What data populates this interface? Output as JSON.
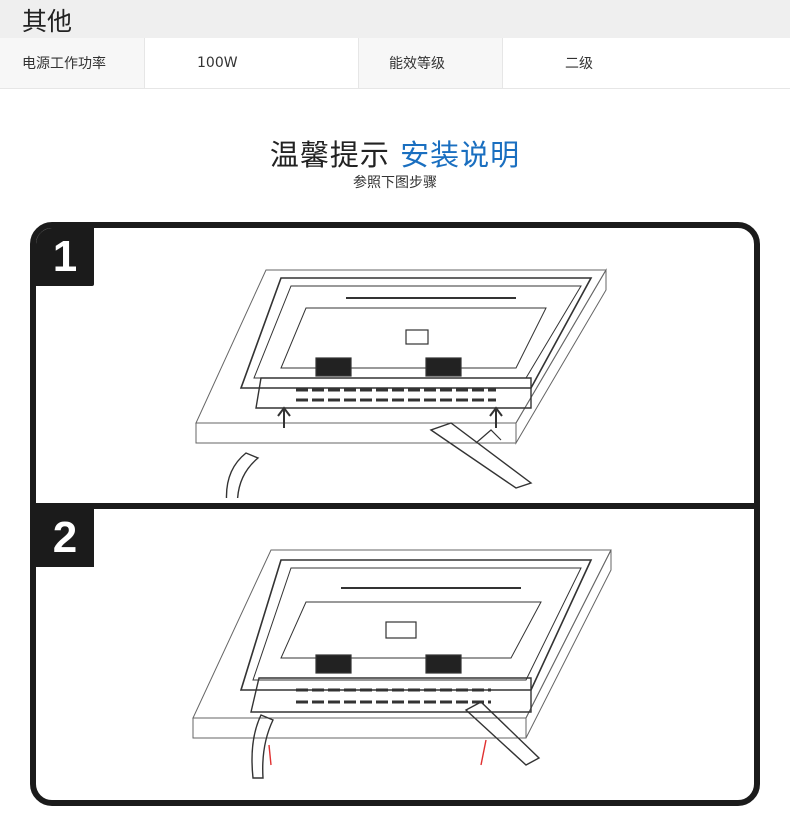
{
  "section": {
    "title": "其他"
  },
  "specs": [
    {
      "key": "电源工作功率",
      "value": "100W"
    },
    {
      "key": "能效等级",
      "value": "二级"
    }
  ],
  "tip": {
    "title_main": "温馨提示",
    "title_accent": "安装说明",
    "subtitle": "参照下图步骤"
  },
  "steps": [
    {
      "number": "1"
    },
    {
      "number": "2"
    }
  ],
  "colors": {
    "accent": "#1a6fc0",
    "frame": "#1b1b1b",
    "header_bg": "#efefef",
    "marker": "#e03030"
  }
}
